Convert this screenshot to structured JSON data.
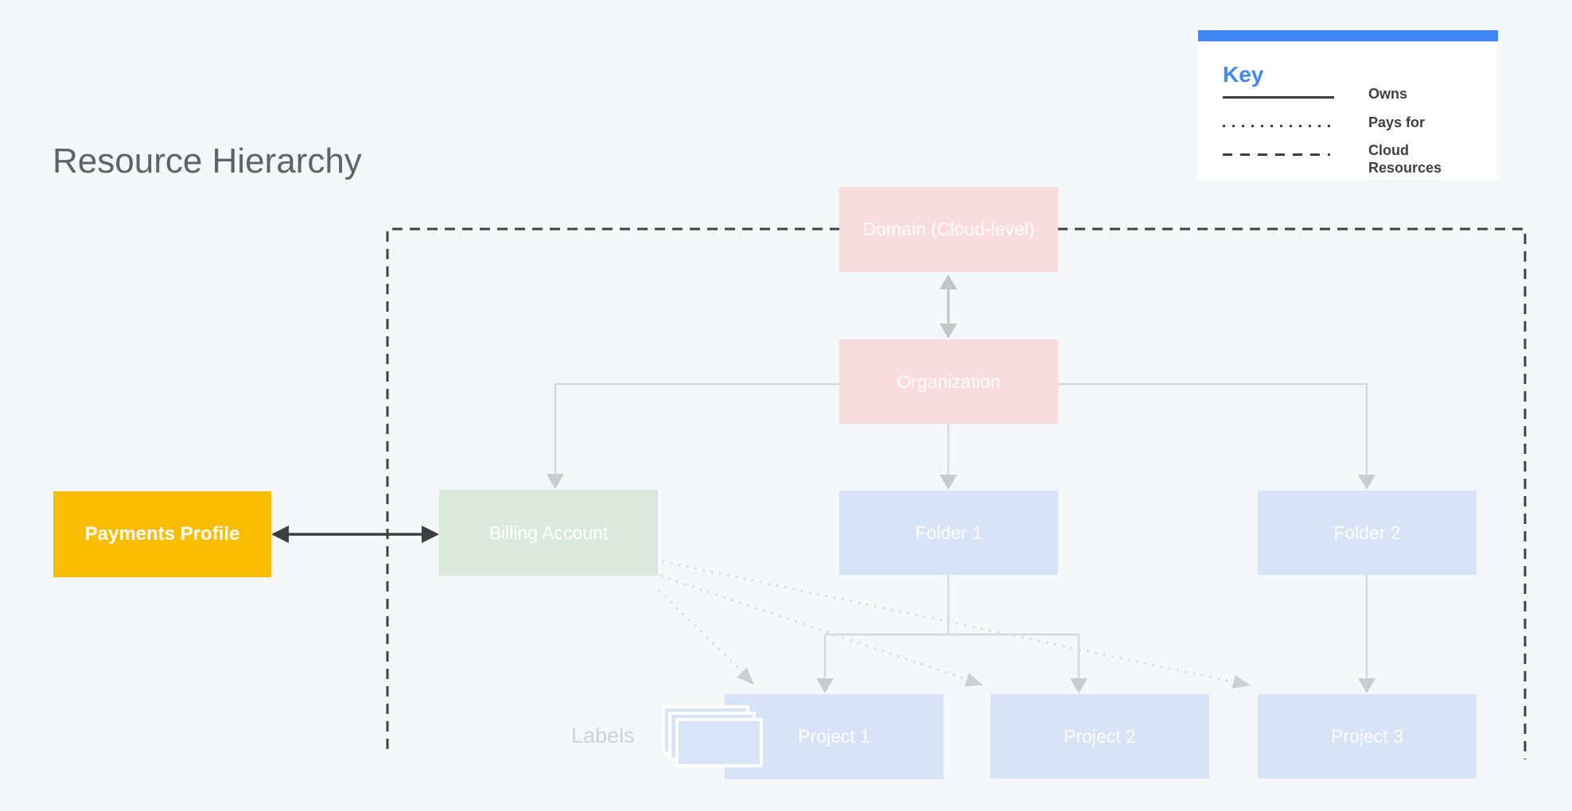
{
  "page": {
    "title": "Resource Hierarchy"
  },
  "key": {
    "title": "Key",
    "items": [
      {
        "line_style": "solid",
        "label": "Owns"
      },
      {
        "line_style": "dotted",
        "label": "Pays for"
      },
      {
        "line_style": "dashed",
        "label": "Cloud Resources"
      }
    ]
  },
  "nodes": {
    "domain": {
      "label": "Domain (Cloud-level)",
      "color": "#f9dcde"
    },
    "organization": {
      "label": "Organization",
      "color": "#f9dcde"
    },
    "payments_profile": {
      "label": "Payments Profile",
      "color": "#fbbc04"
    },
    "billing_account": {
      "label": "Billing Account",
      "color": "#dde9de"
    },
    "folder1": {
      "label": "Folder 1",
      "color": "#d9e3f8"
    },
    "folder2": {
      "label": "Folder 2",
      "color": "#d9e3f8"
    },
    "project1": {
      "label": "Project 1",
      "color": "#d9e3f8"
    },
    "project2": {
      "label": "Project 2",
      "color": "#d9e3f8"
    },
    "project3": {
      "label": "Project 3",
      "color": "#d9e3f8"
    }
  },
  "annotations": {
    "labels_caption": "Labels"
  },
  "edges": [
    {
      "from": "domain",
      "to": "organization",
      "type": "owns",
      "bidirectional": true
    },
    {
      "from": "organization",
      "to": "billing_account",
      "type": "owns"
    },
    {
      "from": "organization",
      "to": "folder1",
      "type": "owns"
    },
    {
      "from": "organization",
      "to": "folder2",
      "type": "owns"
    },
    {
      "from": "folder1",
      "to": "project1",
      "type": "owns"
    },
    {
      "from": "folder1",
      "to": "project2",
      "type": "owns"
    },
    {
      "from": "folder2",
      "to": "project3",
      "type": "owns"
    },
    {
      "from": "billing_account",
      "to": "project1",
      "type": "pays_for"
    },
    {
      "from": "billing_account",
      "to": "project2",
      "type": "pays_for"
    },
    {
      "from": "billing_account",
      "to": "project3",
      "type": "pays_for"
    },
    {
      "from": "payments_profile",
      "to": "billing_account",
      "type": "link",
      "bidirectional": true
    }
  ],
  "cloud_resources_boundary": {
    "style": "dashed",
    "contains": [
      "domain",
      "organization",
      "billing_account",
      "folder1",
      "folder2",
      "project1",
      "project2",
      "project3"
    ]
  },
  "colors": {
    "background": "#f6f7f9",
    "key_accent_blue": "#4285f4",
    "dark_line": "#3c4043",
    "light_line": "#d7d9dc",
    "dotted_line": "#d3d5d8",
    "title_gray": "#5f6368",
    "labels_gray": "#ced2d6"
  }
}
